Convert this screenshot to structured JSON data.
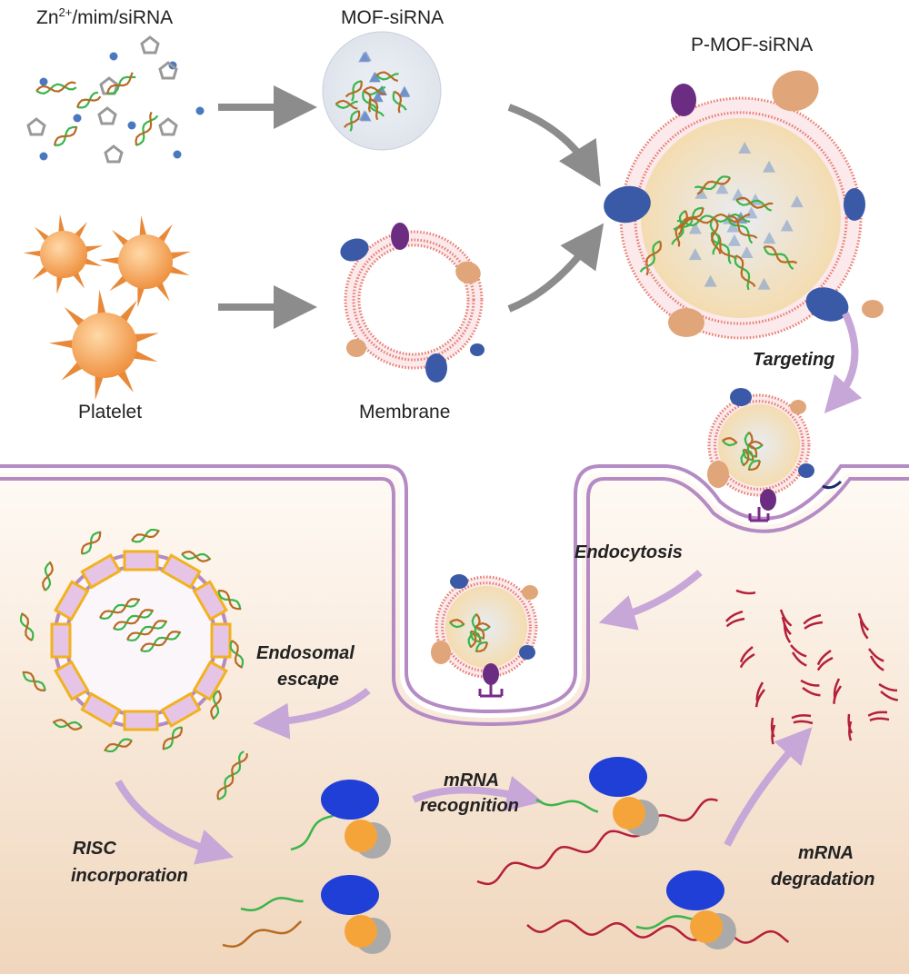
{
  "labels": {
    "precursors": {
      "base": "Zn",
      "sup": "2+",
      "rest": "/mim/siRNA"
    },
    "mof_sirna": "MOF-siRNA",
    "p_mof_sirna": "P-MOF-siRNA",
    "platelet": "Platelet",
    "membrane": "Membrane"
  },
  "steps": {
    "targeting": "Targeting",
    "endocytosis": "Endocytosis",
    "endosomal_escape": [
      "Endosomal",
      "escape"
    ],
    "mrna_recognition": [
      "mRNA",
      "recognition"
    ],
    "risc_incorporation": [
      "RISC",
      "incorporation"
    ],
    "mrna_degradation": [
      "mRNA",
      "degradation"
    ]
  },
  "colors": {
    "membrane_purple": "#b58bc4",
    "arrow_gray": "#8c8c8c",
    "arrow_purple": "#c7a6d8",
    "platelet_orange": "#f5a45a",
    "lipid_red": "#e87a6e",
    "core": "#f7e3bf",
    "protein_blue": "#3a5aa8",
    "protein_purple": "#6b2d82",
    "protein_tan": "#e0a679",
    "risc_blue": "#1f3fd6",
    "risc_orange": "#f5a43a",
    "mrna_red": "#b4203a",
    "sirna_green": "#3ab54a",
    "sirna_brown": "#b86a22",
    "cytoplasm": "#f3dcc4"
  }
}
